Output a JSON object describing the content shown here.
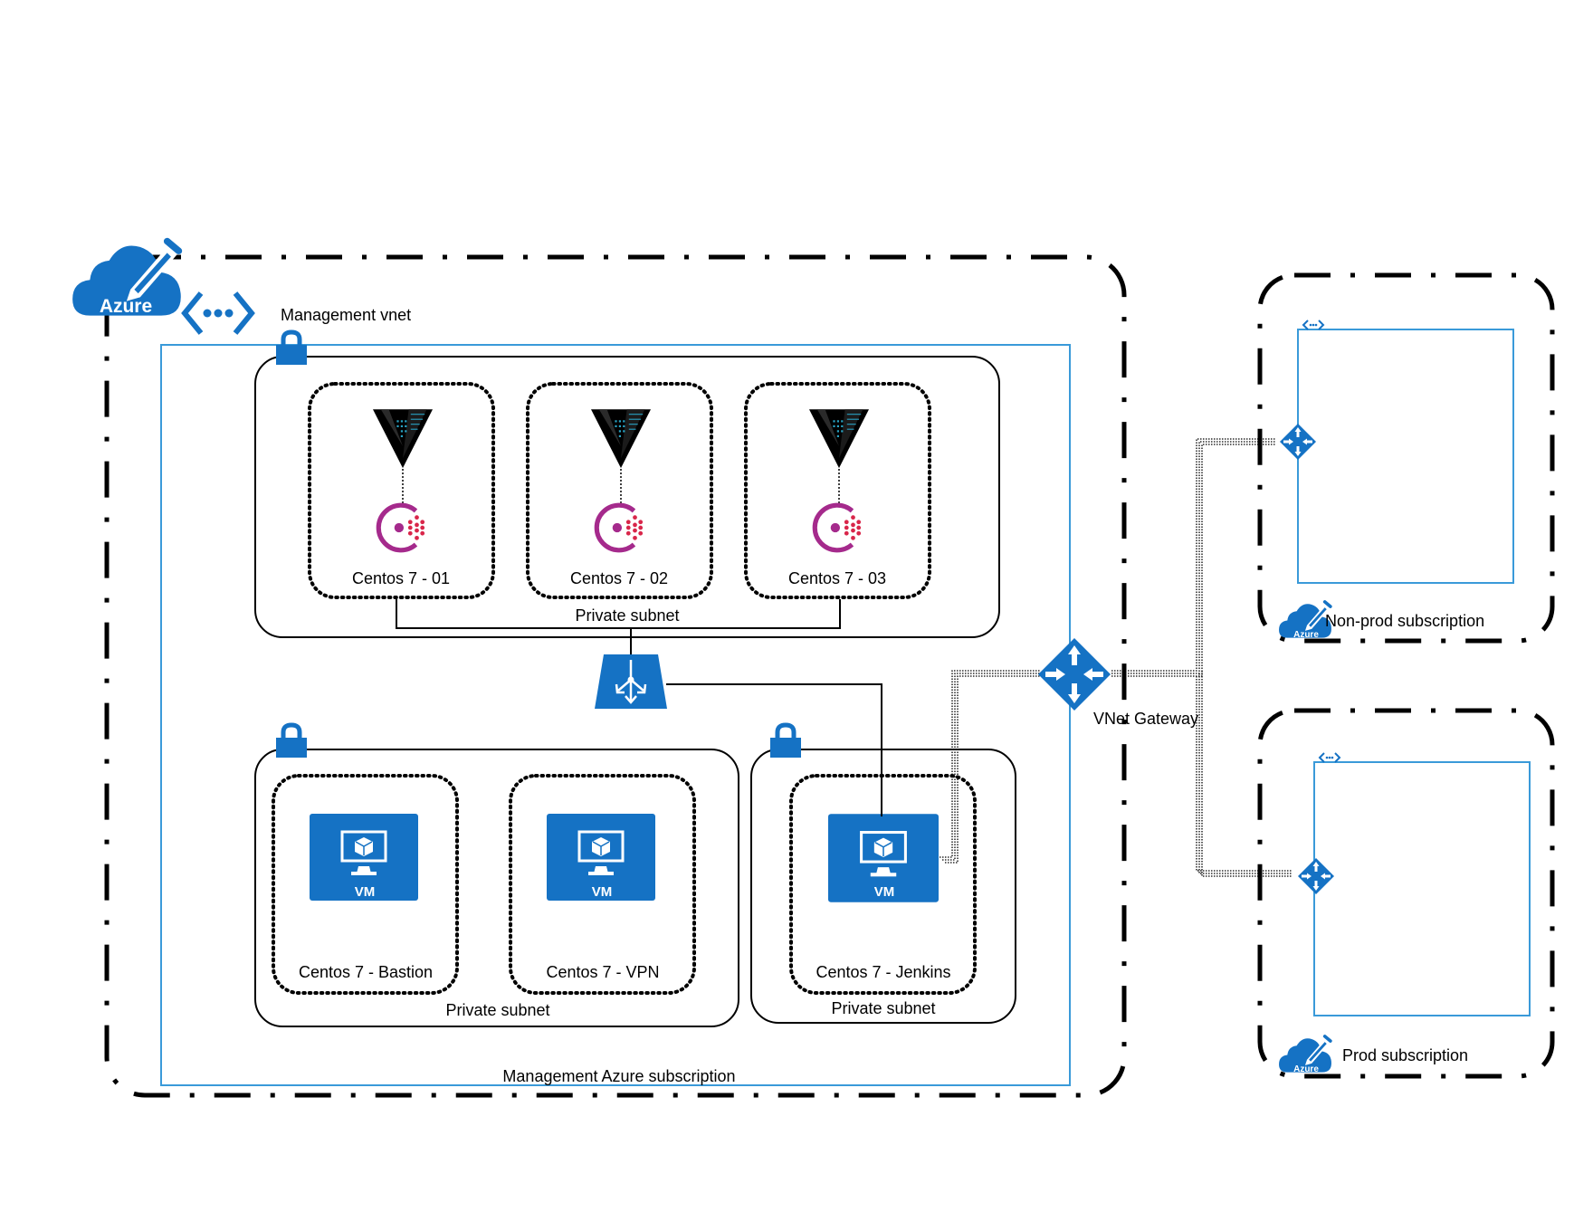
{
  "colors": {
    "azure_blue": "#1572c4",
    "vnet_blue": "#3a9ad9",
    "consul_purple": "#a52a8c",
    "consul_red": "#d9264a"
  },
  "logo": {
    "cloud_text": "Azure",
    "icons": [
      "azure-cloud-edit-icon",
      "vnet-icon"
    ]
  },
  "management": {
    "vnet_label": "Management vnet",
    "subscription_label": "Management Azure subscription",
    "top_subnet_label": "Private subnet",
    "bottom_left_subnet_label": "Private subnet",
    "bottom_right_subnet_label": "Private subnet",
    "cluster_nodes": [
      {
        "label": "Centos 7 - 01"
      },
      {
        "label": "Centos 7 - 02"
      },
      {
        "label": "Centos 7 - 03"
      }
    ],
    "vms": [
      {
        "label": "Centos 7 - Bastion",
        "badge": "VM"
      },
      {
        "label": "Centos 7 - VPN",
        "badge": "VM"
      },
      {
        "label": "Centos 7 - Jenkins",
        "badge": "VM"
      }
    ]
  },
  "gateway": {
    "label": "VNet Gateway",
    "icon": "gateway-icon"
  },
  "subscriptions": [
    {
      "label": "Non-prod subscription",
      "cloud_text": "Azure"
    },
    {
      "label": "Prod subscription",
      "cloud_text": "Azure"
    }
  ]
}
